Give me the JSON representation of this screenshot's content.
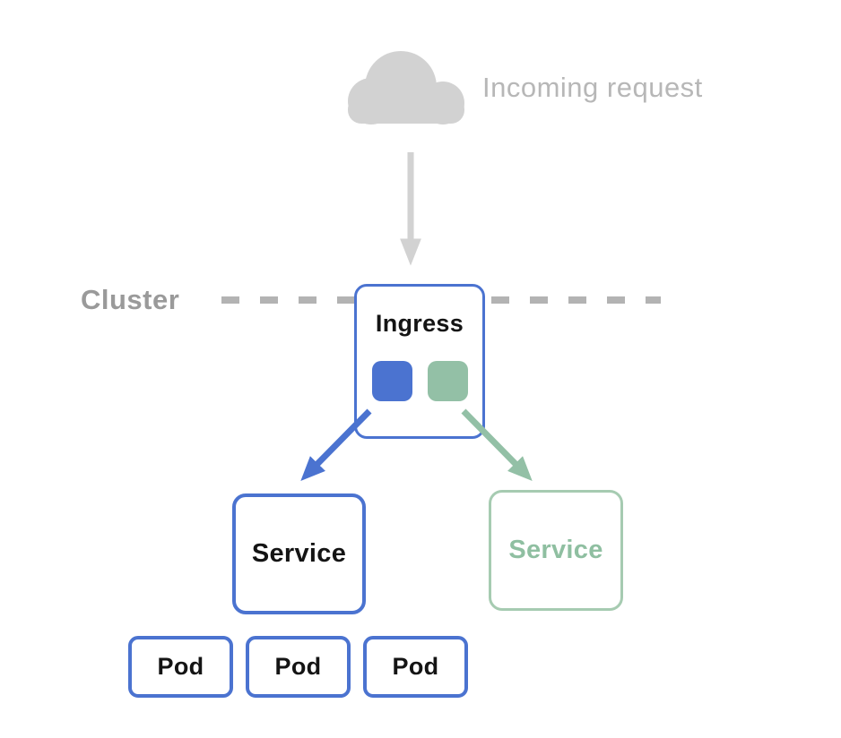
{
  "diagram": {
    "incoming_request_label": "Incoming request",
    "cluster_label": "Cluster",
    "ingress": {
      "label": "Ingress"
    },
    "services": [
      {
        "label": "Service",
        "variant": "blue"
      },
      {
        "label": "Service",
        "variant": "green"
      }
    ],
    "pods": [
      {
        "label": "Pod"
      },
      {
        "label": "Pod"
      },
      {
        "label": "Pod"
      }
    ],
    "icons": {
      "cloud": "cloud-icon",
      "down_arrow": "down-arrow",
      "blue_arrow": "ingress-to-blue-service-arrow",
      "green_arrow": "ingress-to-green-service-arrow",
      "cluster_boundary": "cluster-boundary-dashed-line"
    }
  },
  "colors": {
    "blue": "#4b73d0",
    "green": "#93c0a6",
    "green-border": "#a6cbb1",
    "green-text": "#8fbfa1",
    "gray-icon": "#d2d2d2",
    "gray-dash": "#b3b3b3",
    "gray-text": "#b7b7b7",
    "gray-text-strong": "#9a9a9a",
    "ink": "#141414"
  }
}
